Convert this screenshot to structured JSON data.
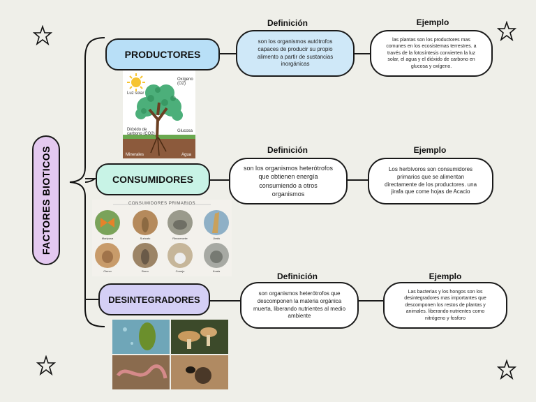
{
  "title": "FACTORES BIOTICOS",
  "headers": {
    "definicion": "Definición",
    "ejemplo": "Ejemplo"
  },
  "productores": {
    "label": "PRODUCTORES",
    "definicion": "son los organismos autótrofos capaces de producir su propio alimento a partir de sustancias inorgánicas",
    "ejemplo": "las plantas son los productores mas comunes en los ecosistemas terrestres. a través de la fotosíntesis convierten la luz solar, el agua y el dióxido de carbono en glucosa y oxígeno.",
    "image_labels": {
      "oxigeno": "Oxígeno (O2)",
      "luz": "Luz solar",
      "co2": "Dióxido de carbono (CO2)",
      "glucosa": "Glucosa",
      "minerales": "Minerales",
      "agua": "Agua"
    }
  },
  "consumidores": {
    "label": "CONSUMIDORES",
    "definicion": "son los organismos heterótrofos que obtienen energía consumiendo a otros organismos",
    "ejemplo": "Los herbívoros son consumidores primarios que se alimentan directamente de los productores. una jirafa que come hojas de Acacio",
    "image_title": "CONSUMIDORES PRIMARIOS",
    "animals": [
      "Mariposa",
      "Suricato",
      "Rinoceronte",
      "Jirafa",
      "Ciervo",
      "Burro",
      "Conejo",
      "Koala"
    ]
  },
  "desintegradores": {
    "label": "DESINTEGRADORES",
    "definicion": "son organismos heterótrofos que descomponen la materia orgánica muerta, liberando nutrientes al medio ambiente",
    "ejemplo": "Las bacterias y los hongos son los desintegradores mas importantes que descomponen los restos de plantas y animales. liberando nutrientes como nitrógeno y fosforo"
  },
  "colors": {
    "background": "#efefe9",
    "title_fill": "#e4c9f0",
    "productores_fill": "#b8dff7",
    "consumidores_fill": "#c8f3e6",
    "desintegradores_fill": "#d4cff5",
    "productores_bubble": "#cfe8f8",
    "white": "#ffffff"
  },
  "icons": [
    "star-icon"
  ]
}
